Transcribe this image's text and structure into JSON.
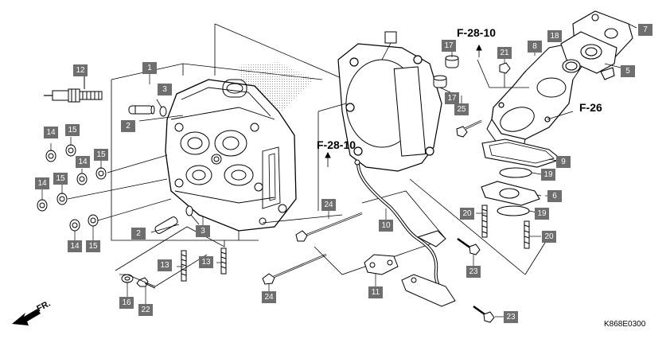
{
  "callouts": [
    {
      "id": "c1",
      "label": "1"
    },
    {
      "id": "c2a",
      "label": "2"
    },
    {
      "id": "c2b",
      "label": "2"
    },
    {
      "id": "c3a",
      "label": "3"
    },
    {
      "id": "c3b",
      "label": "3"
    },
    {
      "id": "c5",
      "label": "5"
    },
    {
      "id": "c6",
      "label": "6"
    },
    {
      "id": "c7",
      "label": "7"
    },
    {
      "id": "c8",
      "label": "8"
    },
    {
      "id": "c9",
      "label": "9"
    },
    {
      "id": "c10",
      "label": "10"
    },
    {
      "id": "c11",
      "label": "11"
    },
    {
      "id": "c12",
      "label": "12"
    },
    {
      "id": "c13a",
      "label": "13"
    },
    {
      "id": "c13b",
      "label": "13"
    },
    {
      "id": "c14a",
      "label": "14"
    },
    {
      "id": "c14b",
      "label": "14"
    },
    {
      "id": "c14c",
      "label": "14"
    },
    {
      "id": "c14d",
      "label": "14"
    },
    {
      "id": "c15a",
      "label": "15"
    },
    {
      "id": "c15b",
      "label": "15"
    },
    {
      "id": "c15c",
      "label": "15"
    },
    {
      "id": "c15d",
      "label": "15"
    },
    {
      "id": "c16",
      "label": "16"
    },
    {
      "id": "c17a",
      "label": "17"
    },
    {
      "id": "c17b",
      "label": "17"
    },
    {
      "id": "c18",
      "label": "18"
    },
    {
      "id": "c19a",
      "label": "19"
    },
    {
      "id": "c19b",
      "label": "19"
    },
    {
      "id": "c20a",
      "label": "20"
    },
    {
      "id": "c20b",
      "label": "20"
    },
    {
      "id": "c21",
      "label": "21"
    },
    {
      "id": "c22",
      "label": "22"
    },
    {
      "id": "c23a",
      "label": "23"
    },
    {
      "id": "c23b",
      "label": "23"
    },
    {
      "id": "c24a",
      "label": "24"
    },
    {
      "id": "c24b",
      "label": "24"
    },
    {
      "id": "c25",
      "label": "25"
    }
  ],
  "references": {
    "f2810_top": "F-28-10",
    "f2810_mid": "F-28-10",
    "f26": "F-26"
  },
  "diagram_code": "K868E0300",
  "direction_label": "FR.",
  "colors": {
    "callout_bg": "#6e6e6e",
    "callout_text": "#ffffff",
    "line": "#000000",
    "shade": "#bdbdbd"
  }
}
